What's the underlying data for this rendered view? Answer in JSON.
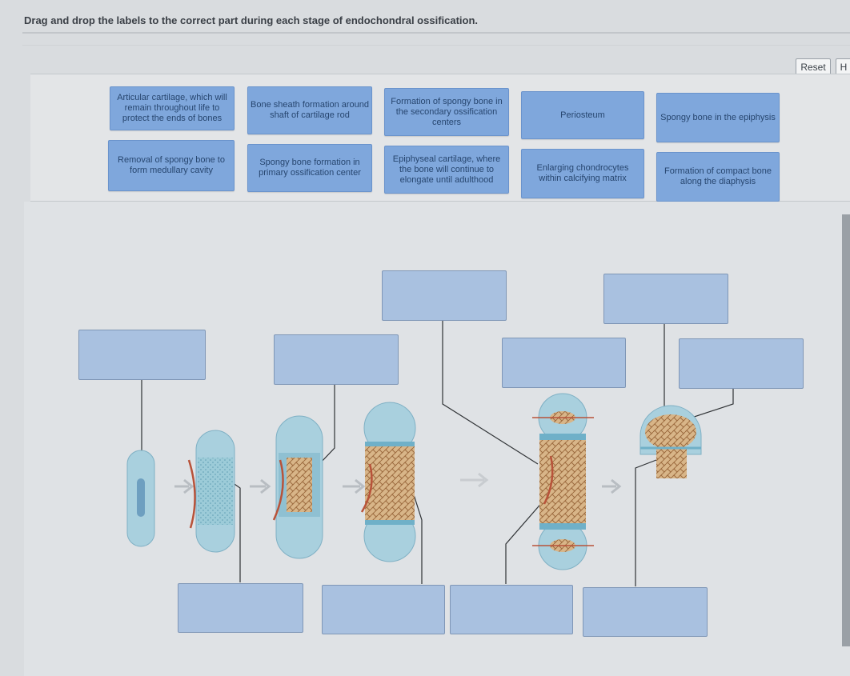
{
  "instruction": "Drag and drop the labels to the correct part during each stage of endochondral ossification.",
  "toolbar": {
    "reset_label": "Reset",
    "help_label": "H"
  },
  "labels": [
    "Articular cartilage, which will remain throughout life to protect the ends of bones",
    "Bone sheath formation around shaft of cartilage rod",
    "Formation of spongy bone in the secondary ossification centers",
    "Periosteum",
    "Spongy bone in the epiphysis",
    "Removal of spongy bone to form medullary cavity",
    "Spongy bone formation in primary ossification center",
    "Epiphyseal cartilage, where the bone will continue to elongate until adulthood",
    "Enlarging chondrocytes within calcifying matrix",
    "Formation of compact bone along the diaphysis"
  ],
  "colors": {
    "chip": "#7fa7dc",
    "target": "#a9c1e0",
    "cartilage": "#a9d0de",
    "bone": "#c89a6c",
    "vessel": "#b8533a"
  },
  "icons": [
    "arrow-right-icon"
  ]
}
